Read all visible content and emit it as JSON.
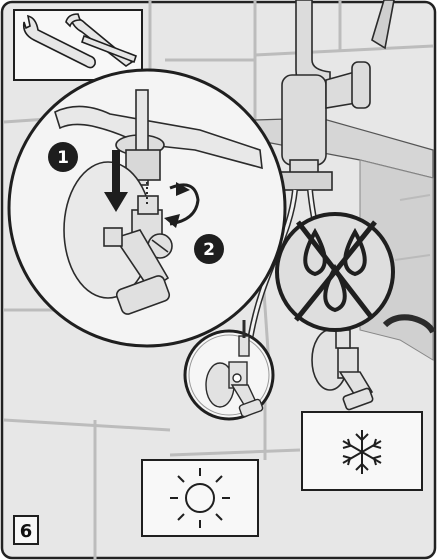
{
  "step": {
    "number": "6"
  },
  "callouts": [
    {
      "id": "1",
      "text": "1"
    },
    {
      "id": "2",
      "text": "2"
    }
  ],
  "icons": {
    "tools": [
      "adjustable-wrench-icon",
      "pliers-icon"
    ],
    "warm": "sun-icon",
    "cold": "snowflake-icon",
    "warning": "no-water-drops-icon"
  },
  "colors": {
    "background": "#e8e8e8",
    "tile_line": "#bdbdbd",
    "outline": "#2b2b2b",
    "metal": "#d9d9d9",
    "callout_fill": "#1e1e1e"
  }
}
